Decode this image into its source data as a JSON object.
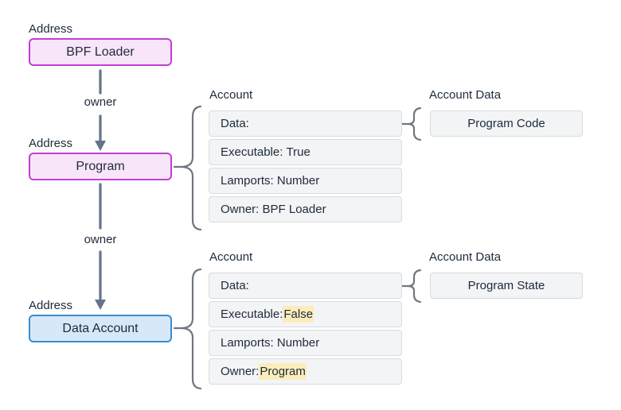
{
  "colors": {
    "node_pink_fill": "#f8e5fa",
    "node_pink_border": "#c13fd4",
    "node_blue_fill": "#d7e9f8",
    "node_blue_border": "#3a8cce",
    "row_fill": "#f2f4f5",
    "row_border": "#d8dcdf",
    "connector_gray": "#64748b",
    "brace_gray": "#6e7781",
    "highlight_yellow": "#fbedbb",
    "text_dark": "#1e2a3b"
  },
  "labels": {
    "address": "Address",
    "owner": "owner",
    "account": "Account",
    "account_data": "Account Data"
  },
  "nodes": {
    "bpf_loader": "BPF Loader",
    "program": "Program",
    "data_account": "Data Account"
  },
  "program_account": {
    "rows": [
      {
        "label": "Data:",
        "value": "",
        "highlight": false
      },
      {
        "label": "Executable: ",
        "value": "True",
        "highlight": false
      },
      {
        "label": "Lamports: ",
        "value": "Number",
        "highlight": false
      },
      {
        "label": "Owner: ",
        "value": "BPF Loader",
        "highlight": false
      }
    ],
    "data_value": "Program Code"
  },
  "data_account_details": {
    "rows": [
      {
        "label": "Data:",
        "value": "",
        "highlight": false
      },
      {
        "label": "Executable:",
        "value": "False",
        "highlight": true
      },
      {
        "label": "Lamports: ",
        "value": "Number",
        "highlight": false
      },
      {
        "label": "Owner:",
        "value": "Program",
        "highlight": true
      }
    ],
    "data_value": "Program State"
  }
}
